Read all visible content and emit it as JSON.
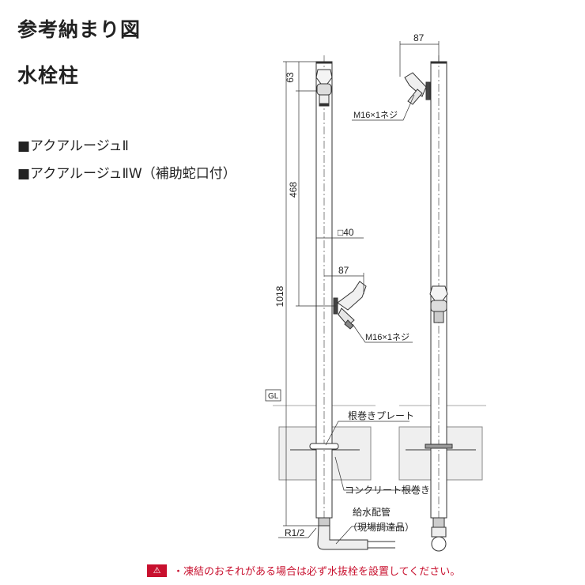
{
  "header": {
    "title": "参考納まり図",
    "subtitle": "水栓柱"
  },
  "products": [
    "■アクアルージュⅡ",
    "■アクアルージュⅡW（補助蛇口付）"
  ],
  "dimensions": {
    "top_offset": "63",
    "tap_spacing": "468",
    "total_height": "1018",
    "post_size": "□40",
    "tap_projection_lower": "87",
    "tap_projection_upper": "87"
  },
  "labels": {
    "thread_lower": "M16×1ネジ",
    "thread_upper": "M16×1ネジ",
    "ground_level": "GL",
    "root_plate": "根巻きプレート",
    "concrete": "コンクリート根巻き",
    "supply_pipe": "給水配管",
    "supply_pipe_note": "（現場調達品）",
    "inlet_thread": "R1/2"
  },
  "warning": {
    "icon": "warning-triangle-icon",
    "text": "・凍結のおそれがある場合は必ず水抜栓を設置してください。",
    "color": "#c8102e"
  }
}
